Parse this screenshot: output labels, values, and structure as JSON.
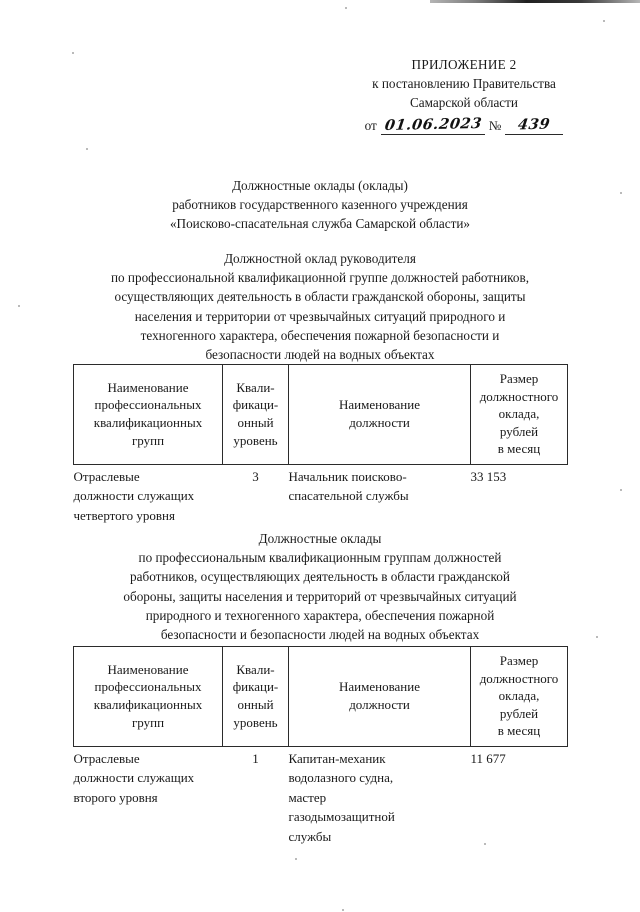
{
  "document": {
    "language": "ru",
    "page_background": "#ffffff",
    "ink_color": "#1a1a1a"
  },
  "appendix": {
    "title": "ПРИЛОЖЕНИЕ 2",
    "line2": "к постановлению Правительства",
    "line3": "Самарской области",
    "date_label": "от",
    "date_value": "01.06.2023",
    "number_label": "№",
    "number_value": "439"
  },
  "doc_title": {
    "line1": "Должностные оклады (оклады)",
    "line2": "работников государственного казенного учреждения",
    "line3": "«Поисково-спасательная служба Самарской области»"
  },
  "section_one": {
    "intro": {
      "line1": "Должностной оклад руководителя",
      "line2": "по профессиональной квалификационной группе должностей работников,",
      "line3": "осуществляющих деятельность в области гражданской обороны, защиты",
      "line4": "населения и территории от чрезвычайных ситуаций природного и",
      "line5": "техногенного характера, обеспечения пожарной безопасности и",
      "line6": "безопасности людей на водных объектах"
    },
    "table": {
      "headers": {
        "col1": [
          "Наименование",
          "профессиональных",
          "квалификационных",
          "групп"
        ],
        "col2": [
          "Квали-",
          "фикаци-",
          "онный",
          "уровень"
        ],
        "col3": [
          "Наименование",
          "должности"
        ],
        "col4": [
          "Размер",
          "должностного",
          "оклада,",
          "рублей",
          "в месяц"
        ]
      },
      "rows": [
        {
          "group": [
            "Отраслевые",
            "должности  служащих",
            "четвертого уровня"
          ],
          "level": "3",
          "position": [
            "Начальник поисково-",
            "спасательной службы"
          ],
          "salary": "33 153"
        }
      ]
    }
  },
  "section_two": {
    "intro": {
      "line1": "Должностные оклады",
      "line2": "по профессиональным квалификационным группам должностей",
      "line3": "работников, осуществляющих деятельность в области гражданской",
      "line4": "обороны, защиты населения и территорий от чрезвычайных ситуаций",
      "line5": "природного и техногенного характера, обеспечения пожарной",
      "line6": "безопасности и безопасности людей на водных объектах"
    },
    "table": {
      "headers": {
        "col1": [
          "Наименование",
          "профессиональных",
          "квалификационных",
          "групп"
        ],
        "col2": [
          "Квали-",
          "фикаци-",
          "онный",
          "уровень"
        ],
        "col3": [
          "Наименование",
          "должности"
        ],
        "col4": [
          "Размер",
          "должностного",
          "оклада,",
          "рублей",
          "в месяц"
        ]
      },
      "rows": [
        {
          "group": [
            "Отраслевые",
            "должности  служащих",
            "второго уровня"
          ],
          "level": "1",
          "position": [
            "Капитан-механик",
            "водолазного судна,",
            "мастер",
            "газодымозащитной",
            "службы"
          ],
          "salary": "11 677"
        }
      ]
    }
  }
}
